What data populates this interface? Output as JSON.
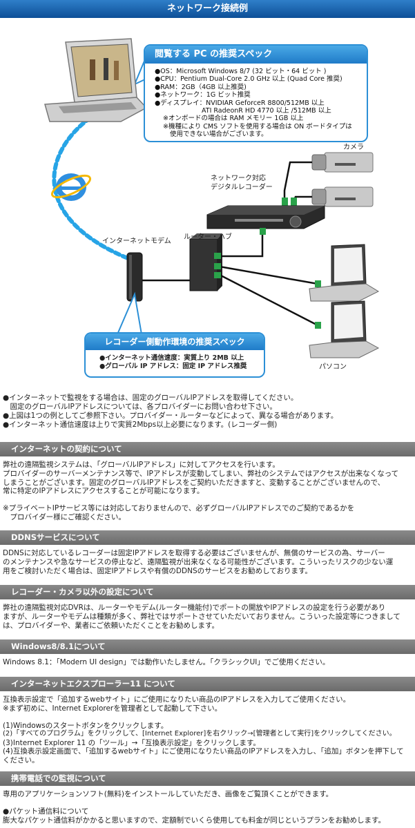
{
  "header": {
    "title": "ネットワーク接続例"
  },
  "diagram": {
    "spec_box": {
      "title": "閲覧する PC の推奨スペック",
      "items": [
        "●OS：Microsoft Windows 8/7 (32 ビット・64 ビット )",
        "●CPU：Pentium Dual-Core 2.0 GHz 以上 (Quad Core 推奨)",
        "●RAM：2GB（4GB 以上推奨)",
        "●ネットワーク：1G ビット推奨",
        "●ディスプレイ：NVIDIAR GeforceR 8800/512MB 以上",
        "ATI RadeonR HD 4770 以上 /512MB 以上",
        "※オンボードの場合は RAM メモリー 1GB 以上",
        "※機種により CMS ソフトを使用する場合は ON ボードタイプは",
        "使用できない場合がございます。"
      ]
    },
    "labels": {
      "camera": "カメラ",
      "recorder_line1": "ネットワーク対応",
      "recorder_line2": "デジタルレコーダー",
      "modem": "インターネットモデム",
      "router": "ルーター・ハブ",
      "pc": "パソコン"
    },
    "recorder_box": {
      "title": "レコーダー側動作環境の推奨スペック",
      "items": [
        "●インターネット通信速度：実質上り 2MB 以上",
        "●グローバル IP アドレス：固定 IP アドレス推奨"
      ]
    },
    "colors": {
      "accent": "#2b8fd6",
      "dots": "#27a4e6",
      "header": "#0d4f97"
    }
  },
  "notes": [
    "●インターネットで監視をする場合は、固定のグローバルIPアドレスを取得してください。",
    "　固定のグローバルIPアドレスについては、各プロバイダーにお問い合わせ下さい。",
    "●上図は1つの例としてご参照下さい。プロバイダー・ルーターなどによって、異なる場合があります。",
    "●インターネット通信速度は上りで実質2Mbps以上必要になります。(レコーダー側)"
  ],
  "sections": {
    "contract": {
      "title": "インターネットの契約について",
      "lines": [
        "弊社の遠隔監視システムは、「グローバルIPアドレス」に対してアクセスを行います。",
        "プロバイダーのサーバーメンテナンス等で、IPアドレスが変動してしまい、弊社のシステムではアクセスが出来なくなって",
        "しまうことがございます。固定のグローバルIPアドレスをご契約いただきますと、変動することがございませんので、",
        "常に特定のIPアドレスにアクセスすることが可能になります。",
        "",
        "※プライベートIPサービス等には対応しておりませんので、必ずグローバルIPアドレスでのご契約であるかを",
        "　プロバイダー様にご確認ください。"
      ]
    },
    "ddns": {
      "title": "DDNSサービスについて",
      "lines": [
        "DDNSに対応しているレコーダーは固定IPアドレスを取得する必要はございませんが、無償のサービスの為、サーバー",
        "のメンテナンスや急なサービスの停止など、遠隔監視が出来なくなる可能性がございます。こういったリスクの少ない運",
        "用をご検討いただく場合は、固定IPアドレスや有償のDDNSのサービスをお勧めしております。"
      ]
    },
    "other": {
      "title": "レコーダー・カメラ以外の設定について",
      "lines": [
        "弊社の遠隔監視対応DVRは、ルーターやモデム(ルーター機能付)でポートの開放やIPアドレスの設定を行う必要があり",
        "ますが、ルーターやモデムは種類が多く、弊社ではサポートさせていただいておりません。こういった設定等につきまして",
        "は、プロバイダーや、業者にご依頼いただくことをお勧めします。"
      ]
    },
    "windows": {
      "title": "Windows8/8.1について",
      "lines": [
        "Windows 8.1：「Modern UI design」では動作いたしません。「クラシックUI」でご使用ください。"
      ]
    },
    "ie": {
      "title": "インターネットエクスプローラー11 について",
      "lines": [
        "互換表示設定で「追加するwebサイト」にご使用になりたい商品のIPアドレスを入力してご使用ください。",
        "※まず初めに、Internet Explorerを管理者として起動して下さい。",
        "",
        "(1)Windowsのスタートボタンをクリックします。",
        "(2)「すべてのプログラム」をクリックして、[Internet Explorer]を右クリック→[管理者として実行]をクリックしてください。",
        "(3)Internet Explorer 11 の「ツール」→「互換表示設定」をクリックします。",
        "(4)互換表示設定画面で、「追加するwebサイト」にご使用になりたい商品のIPアドレスを入力し、「追加」ボタンを押下して",
        "ください。"
      ]
    },
    "mobile": {
      "title": "携帯電話での監視について",
      "lines": [
        "専用のアプリケーションソフト(無料)をインストールしていただき、画像をご覧頂くことができます。",
        "",
        "●パケット通信料について",
        "膨大なパケット通信料がかかると思いますので、定額制でいくら使用しても料金が同じというプランをお勧めします。"
      ]
    }
  }
}
